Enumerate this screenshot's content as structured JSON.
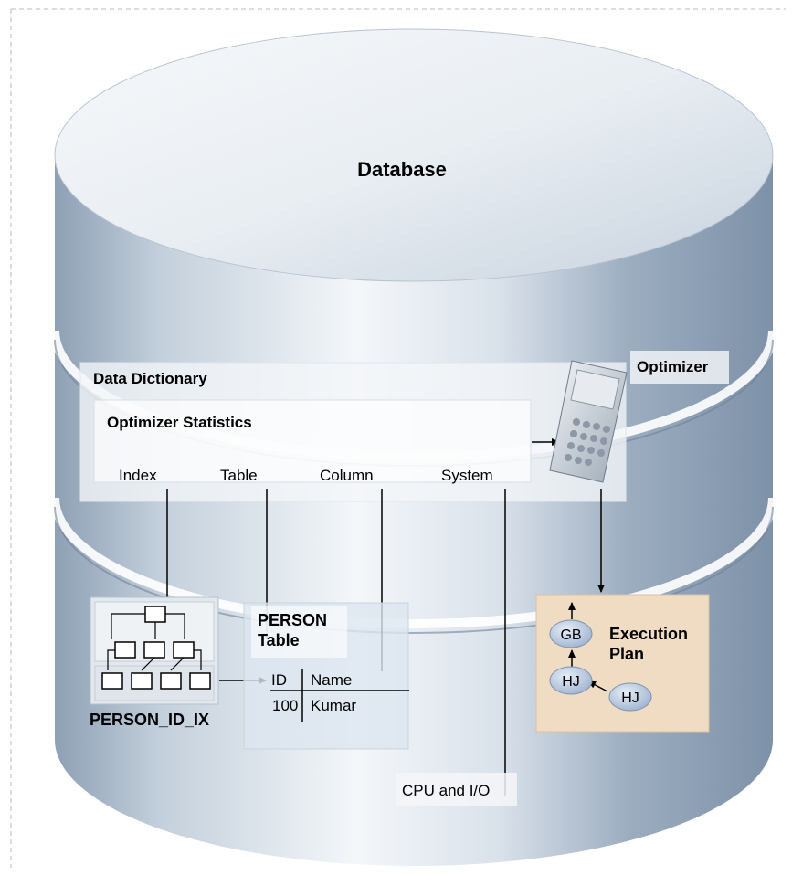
{
  "database": {
    "title": "Database"
  },
  "data_dictionary": {
    "title": "Data Dictionary",
    "optimizer_statistics": {
      "title": "Optimizer Statistics",
      "items": [
        "Index",
        "Table",
        "Column",
        "System"
      ]
    }
  },
  "optimizer": {
    "label": "Optimizer"
  },
  "index": {
    "label": "PERSON_ID_IX"
  },
  "person_table": {
    "title_line1": "PERSON",
    "title_line2": "Table",
    "columns": [
      "ID",
      "Name"
    ],
    "row": [
      "100",
      "Kumar"
    ]
  },
  "execution_plan": {
    "title_line1": "Execution",
    "title_line2": "Plan",
    "nodes": [
      "GB",
      "HJ",
      "HJ"
    ]
  },
  "system_stats": {
    "label": "CPU and I/O"
  },
  "colors": {
    "cylinder_dark": "#8fa2b8",
    "cylinder_light": "#f2f5f8",
    "plan_bg": "#efdcc3",
    "node_fill": "#b7c7dd"
  }
}
